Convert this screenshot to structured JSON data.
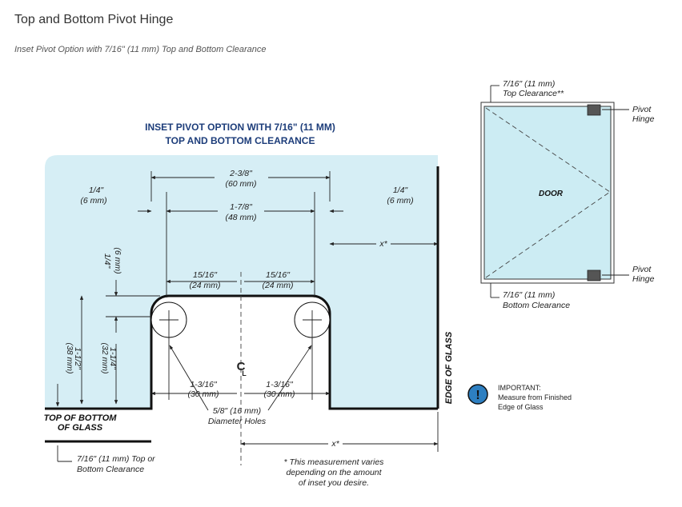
{
  "header": {
    "title": "Top and Bottom Pivot Hinge",
    "subtitle": "Inset Pivot Option with 7/16\" (11 mm) Top and Bottom Clearance"
  },
  "main_diagram": {
    "heading_line1": "INSET PIVOT OPTION WITH 7/16\" (11 MM)",
    "heading_line2": "TOP AND BOTTOM CLEARANCE",
    "dim_overall": "2-3/8\"",
    "dim_overall_mm": "(60 mm)",
    "dim_inner": "1-7/8\"",
    "dim_inner_mm": "(48 mm)",
    "dim_left_quarter": "1/4\"",
    "dim_left_quarter_mm": "(6 mm)",
    "dim_right_quarter": "1/4\"",
    "dim_right_quarter_mm": "(6 mm)",
    "dim_x_top": "x*",
    "dim_vert_quarter": "1/4\"",
    "dim_vert_quarter_mm": "(6 mm)",
    "dim_left_1516": "15/16\"",
    "dim_left_1516_mm": "(24 mm)",
    "dim_right_1516": "15/16\"",
    "dim_right_1516_mm": "(24 mm)",
    "dim_one_half": "1-1/2\"",
    "dim_one_half_mm": "(38 mm)",
    "dim_one_quarter": "1-1/4\"",
    "dim_one_quarter_mm": "(32 mm)",
    "centerline_symbol": "C",
    "centerline_sub": "L",
    "dim_left_1316": "1-3/16\"",
    "dim_left_1316_mm": "(30 mm)",
    "dim_right_1316": "1-3/16\"",
    "dim_right_1316_mm": "(30 mm)",
    "holes_line1": "5/8\" (16 mm)",
    "holes_line2": "Diameter Holes",
    "top_of_bottom_line1": "TOP OF BOTTOM",
    "top_of_bottom_line2": "OF GLASS",
    "edge_of_glass": "EDGE OF GLASS",
    "dim_x_bottom": "x*",
    "clearance_note_line1": "7/16\" (11 mm) Top or",
    "clearance_note_line2": "Bottom Clearance",
    "footnote_line1": "* This measurement varies",
    "footnote_line2": "depending on the amount",
    "footnote_line3": "of inset you desire."
  },
  "door_diagram": {
    "top_clearance_line1": "7/16\" (11 mm)",
    "top_clearance_line2": "Top Clearance**",
    "door_label": "DOOR",
    "pivot_top_line1": "Pivot",
    "pivot_top_line2": "Hinge",
    "pivot_bottom_line1": "Pivot",
    "pivot_bottom_line2": "Hinge",
    "bottom_clearance_line1": "7/16\" (11 mm)",
    "bottom_clearance_line2": "Bottom Clearance"
  },
  "important": {
    "icon_symbol": "!",
    "line1": "IMPORTANT:",
    "line2": "Measure from Finished",
    "line3": "Edge of Glass"
  },
  "colors": {
    "glass": "#d6eef5",
    "door_glass": "#ccecf3",
    "heading": "#1d3d7a",
    "hinge": "#555555",
    "important_icon": "#2d7fc1"
  }
}
